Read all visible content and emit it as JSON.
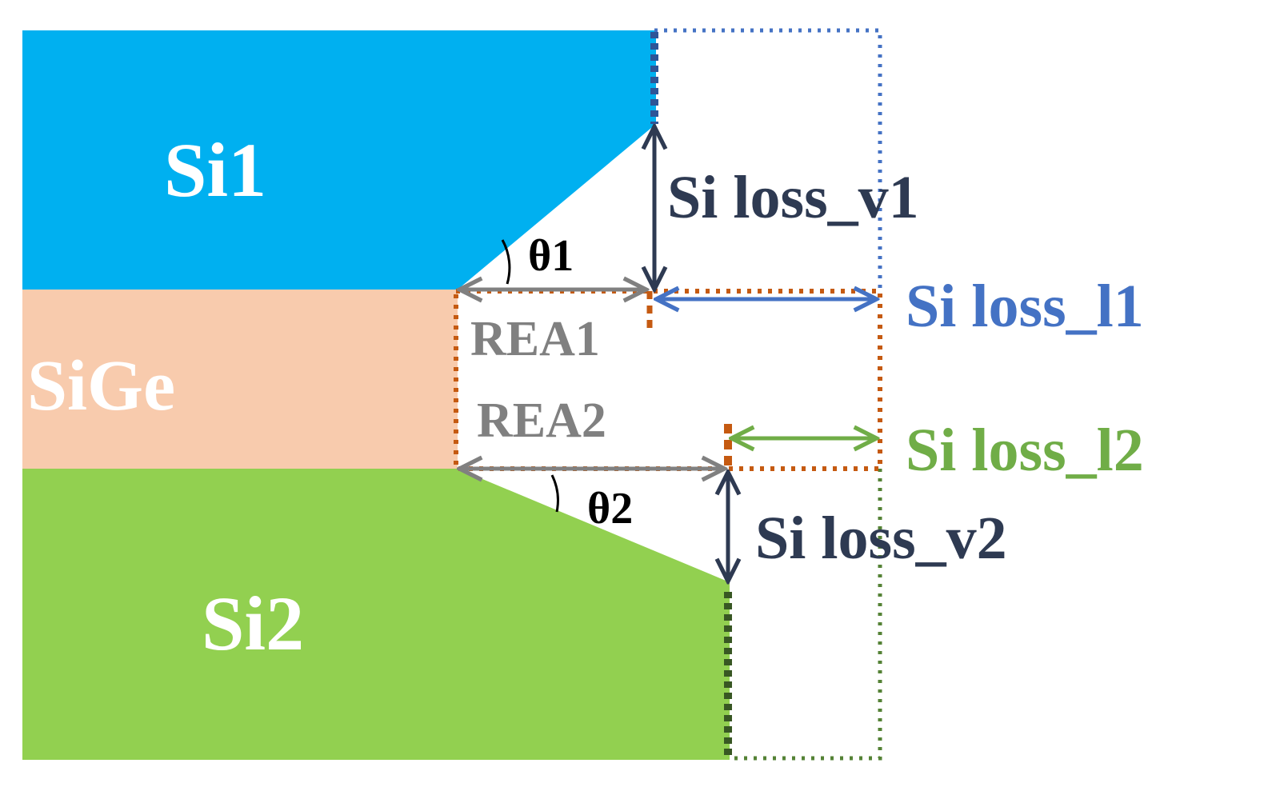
{
  "colors": {
    "si1": "#00b0f0",
    "sige": "#f8cbad",
    "si2": "#92d050",
    "dark": "#2e3a52",
    "blue": "#4472c4",
    "green": "#70ad47",
    "orange": "#c55a11",
    "gray": "#808080",
    "white": "#ffffff"
  },
  "regions": {
    "si1": "Si1",
    "sige": "SiGe",
    "si2": "Si2"
  },
  "angles": {
    "theta1": "θ1",
    "theta2": "θ2"
  },
  "recess": {
    "rea1": "REA1",
    "rea2": "REA2"
  },
  "dimensions": {
    "v1": "Si loss_v1",
    "l1": "Si loss_l1",
    "l2": "Si loss_l2",
    "v2": "Si loss_v2"
  }
}
